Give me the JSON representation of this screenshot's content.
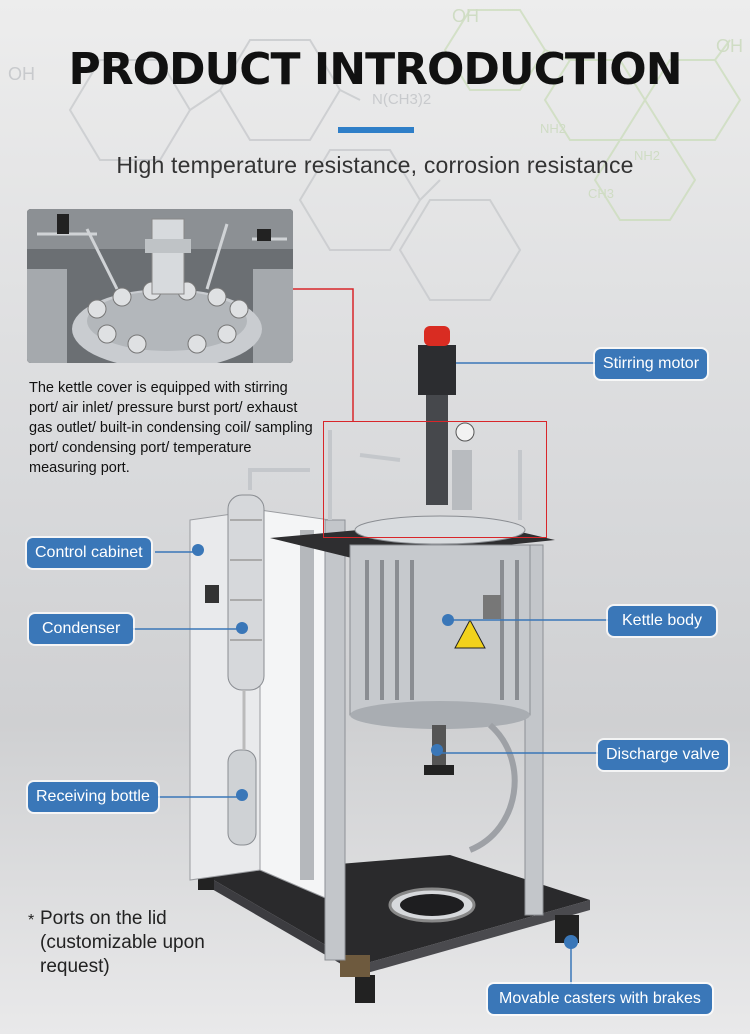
{
  "header": {
    "title": "PRODUCT INTRODUCTION",
    "subtitle": "High temperature resistance, corrosion resistance"
  },
  "description": "The kettle cover is equipped with stirring port/ air inlet/ pressure burst port/ exhaust gas outlet/ built-in condensing coil/ sampling port/ condensing port/ temperature measuring port.",
  "labels": {
    "stirring_motor": "Stirring motor",
    "control_cabinet": "Control cabinet",
    "condenser": "Condenser",
    "kettle_body": "Kettle body",
    "discharge_valve": "Discharge valve",
    "receiving_bottle": "Receiving bottle",
    "movable_casters": "Movable casters with brakes"
  },
  "note": {
    "star": "*",
    "text": "Ports on the lid (customizable upon request)"
  },
  "molecule_text": {
    "oh_1": "OH",
    "oh_2": "OH",
    "oh_3": "OH",
    "nch3": "N(CH3)2",
    "nh2_1": "NH2",
    "nh2_2": "NH2",
    "ch3": "CH3"
  },
  "colors": {
    "accent_blue": "#3a77b8",
    "title_bar": "#2f7fc8",
    "highlight_red": "#d8262a"
  }
}
